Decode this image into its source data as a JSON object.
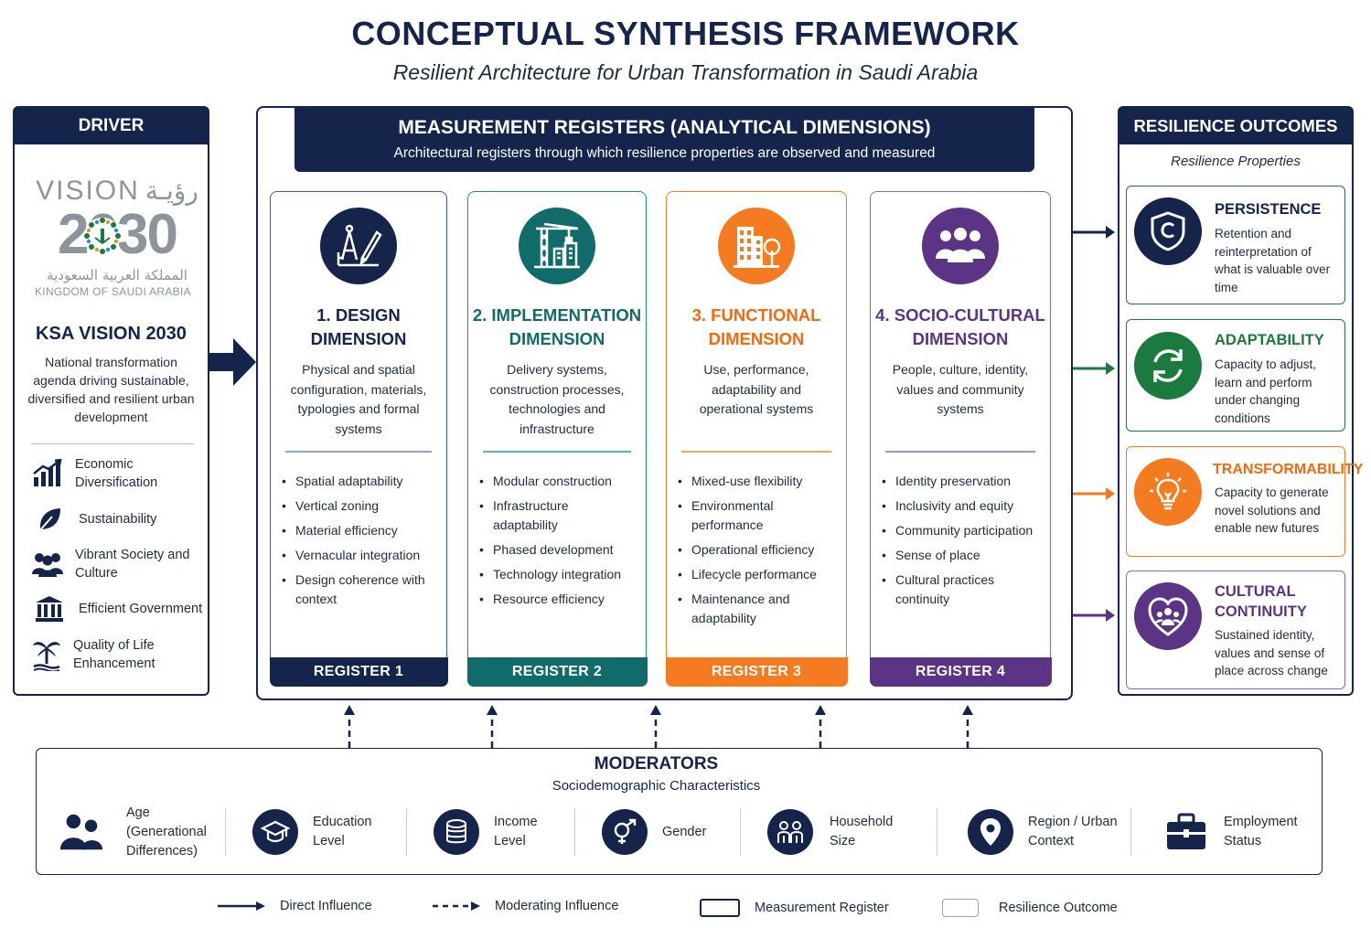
{
  "header": {
    "title": "CONCEPTUAL SYNTHESIS FRAMEWORK",
    "subtitle": "Resilient Architecture for Urban Transformation in Saudi Arabia"
  },
  "driver": {
    "heading": "DRIVER",
    "logo": {
      "vision_word": "VISION",
      "vision_arabic": "رؤيـة",
      "year": "2030",
      "kingdom_ar": "المملكة العربية السعودية",
      "kingdom_en": "KINGDOM OF SAUDI ARABIA"
    },
    "title": "KSA VISION 2030",
    "description": "National transformation agenda driving sustainable, diversified and resilient urban development",
    "pillars": [
      {
        "label": "Economic Diversification",
        "icon": "bar-chart-icon"
      },
      {
        "label": "Sustainability",
        "icon": "leaf-icon"
      },
      {
        "label": "Vibrant Society and Culture",
        "icon": "people-icon"
      },
      {
        "label": "Efficient Government",
        "icon": "government-building-icon"
      },
      {
        "label": "Quality of Life Enhancement",
        "icon": "palm-tree-icon"
      }
    ]
  },
  "registers": {
    "heading": "MEASUREMENT REGISTERS (ANALYTICAL DIMENSIONS)",
    "subheading": "Architectural registers through which resilience properties are observed and measured",
    "cards": [
      {
        "title_line1": "1. DESIGN",
        "title_line2": "DIMENSION",
        "description": "Physical and spatial configuration, materials, typologies and formal systems",
        "items": [
          "Spatial adaptability",
          "Vertical zoning",
          "Material efficiency",
          "Vernacular integration",
          "Design coherence with context"
        ],
        "register": "REGISTER 1",
        "color": "#14244a",
        "title_color": "#14244a",
        "icon": "drafting-tools-icon"
      },
      {
        "title_line1": "2. IMPLEMENTATION",
        "title_line2": "DIMENSION",
        "description": "Delivery systems, construction processes, technologies and infrastructure",
        "items": [
          "Modular construction",
          "Infrastructure adaptability",
          "Phased development",
          "Technology integration",
          "Resource efficiency"
        ],
        "register": "REGISTER 2",
        "color": "#116b6b",
        "title_color": "#116b6b",
        "icon": "construction-crane-icon"
      },
      {
        "title_line1": "3. FUNCTIONAL",
        "title_line2": "DIMENSION",
        "description": "Use, performance, adaptability and operational systems",
        "items": [
          "Mixed-use flexibility",
          "Environmental performance",
          "Operational efficiency",
          "Lifecycle performance",
          "Maintenance and adaptability"
        ],
        "register": "REGISTER 3",
        "color": "#f47b20",
        "title_color": "#f06a10",
        "icon": "buildings-tree-icon"
      },
      {
        "title_line1": "4. SOCIO-CULTURAL",
        "title_line2": "DIMENSION",
        "description": "People, culture, identity, values and community systems",
        "items": [
          "Identity preservation",
          "Inclusivity and equity",
          "Community participation",
          "Sense of place",
          "Cultural practices continuity"
        ],
        "register": "REGISTER 4",
        "color": "#5b3485",
        "title_color": "#5b3485",
        "icon": "community-icon"
      }
    ]
  },
  "outcomes": {
    "heading": "RESILIENCE OUTCOMES",
    "subheading": "Resilience Properties",
    "items": [
      {
        "title": "PERSISTENCE",
        "description": "Retention and reinterpretation of what is valuable over time",
        "color": "#14244a",
        "icon": "shield-icon"
      },
      {
        "title": "ADAPTABILITY",
        "description": "Capacity to adjust, learn and perform under changing conditions",
        "color": "#1b7a3e",
        "icon": "refresh-icon"
      },
      {
        "title": "TRANSFORMABILITY",
        "description": "Capacity to generate novel solutions and enable new futures",
        "color": "#f47b20",
        "icon": "lightbulb-icon"
      },
      {
        "title": "CULTURAL CONTINUITY",
        "description": "Sustained identity, values and sense of place across change",
        "color": "#5b3485",
        "icon": "heart-people-icon"
      }
    ]
  },
  "moderators": {
    "title": "MODERATORS",
    "subtitle": "Sociodemographic Characteristics",
    "items": [
      {
        "label": "Age (Generational Differences)",
        "icon": "people-icon"
      },
      {
        "label": "Education Level",
        "icon": "graduation-cap-icon"
      },
      {
        "label": "Income Level",
        "icon": "coins-icon"
      },
      {
        "label": "Gender",
        "icon": "gender-icon"
      },
      {
        "label": "Household Size",
        "icon": "family-icon"
      },
      {
        "label": "Region / Urban Context",
        "icon": "map-pin-icon"
      },
      {
        "label": "Employment Status",
        "icon": "briefcase-icon"
      }
    ]
  },
  "legend": {
    "direct": "Direct Influence",
    "moderating": "Moderating Influence",
    "register": "Measurement Register",
    "outcome": "Resilience Outcome"
  },
  "colors": {
    "navy": "#14244a",
    "teal": "#116b6b",
    "orange": "#f47b20",
    "purple": "#5b3485",
    "green": "#1b7a3e"
  }
}
